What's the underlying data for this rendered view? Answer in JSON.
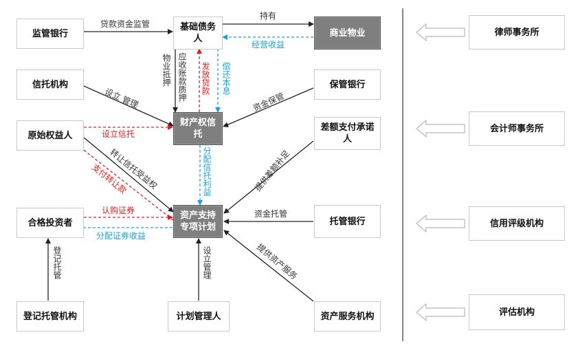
{
  "nodes": {
    "supervising_bank": "监管银行",
    "underlying_debtor": "基础债务人",
    "commercial_property": "商业物业",
    "trust_institution": "信托机构",
    "custodian_bank": "保管银行",
    "original_beneficiary": "原始权益人",
    "property_trust": "财产权信托",
    "shortfall_guarantor": "差额支付承诺人",
    "qualified_investor": "合格投资者",
    "abs_plan": "资产支持专项计划",
    "trustee_bank": "托管银行",
    "registration_custody": "登记托管机构",
    "plan_manager": "计划管理人",
    "asset_servicer": "资产服务机构",
    "law_firm": "律师事务所",
    "accounting_firm": "会计师事务所",
    "credit_rating": "信用评级机构",
    "appraisal": "评估机构"
  },
  "edges": {
    "loan_supervision": "贷款资金监管",
    "hold": "持有",
    "operating_income": "经营收益",
    "property_mortgage": "物业抵押",
    "receivable_pledge": "应收账款质押",
    "issue_loan": "发放贷款",
    "repay": "偿还本息",
    "establish_manage": "设立 管理",
    "fund_custody": "资金保管",
    "establish_trust": "设立信托",
    "distribute_trust_income": "分配信托利益",
    "transfer_trust_right": "转让信托受益权",
    "pay_transfer_price": "支付转让款",
    "provide_shortfall": "提供差额补足",
    "subscribe_securities": "认购证券",
    "distribute_securities_income": "分配证券收益",
    "fund_trustee": "资金托管",
    "register_custody": "登记托管",
    "establish_manage_plan": "设立管理",
    "provide_asset_service": "提供资产服务"
  },
  "colors": {
    "black_arrow": "#333333",
    "red_arrow": "#e02020",
    "blue_arrow": "#1aa3d8",
    "dark_box": "#7f7f7f",
    "box_border": "#c8c8c8"
  }
}
